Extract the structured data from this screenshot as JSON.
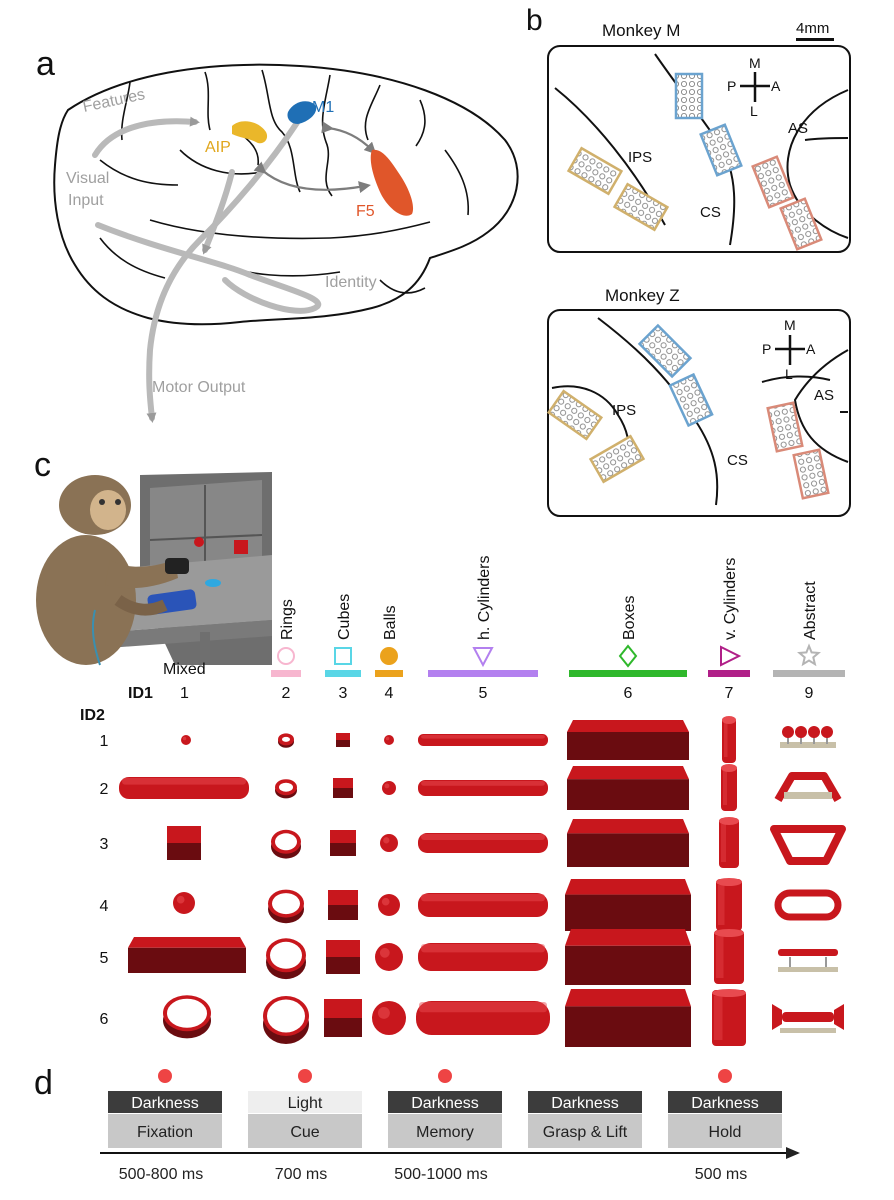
{
  "panels": {
    "a": "a",
    "b": "b",
    "c": "c",
    "d": "d"
  },
  "brain": {
    "features": "Features",
    "visual_input": [
      "Visual",
      "Input"
    ],
    "aip": "AIP",
    "m1": "M1",
    "f5": "F5",
    "identity": "Identity",
    "motor_output": "Motor Output"
  },
  "arrays": {
    "scale": "4mm",
    "compass": {
      "m": "M",
      "p": "P",
      "a": "A",
      "l": "L"
    },
    "monkey_m": {
      "title": "Monkey M",
      "ips": "IPS",
      "cs": "CS",
      "as": "AS"
    },
    "monkey_z": {
      "title": "Monkey Z",
      "ips": "IPS",
      "cs": "CS",
      "as": "AS"
    }
  },
  "objects": {
    "id1_label": "ID1",
    "id2_label": "ID2",
    "mixed_label": "Mixed",
    "groups": [
      {
        "name": "Rings",
        "id": "2",
        "color": "#f7b6cf",
        "symbol": "circle"
      },
      {
        "name": "Cubes",
        "id": "3",
        "color": "#59d6e6",
        "symbol": "square"
      },
      {
        "name": "Balls",
        "id": "4",
        "color": "#eba21c",
        "symbol": "filled-circle"
      },
      {
        "name": "h. Cylinders",
        "id": "5",
        "color": "#b380ef",
        "symbol": "triangle-down"
      },
      {
        "name": "Boxes",
        "id": "6",
        "color": "#2fb82c",
        "symbol": "diamond"
      },
      {
        "name": "v. Cylinders",
        "id": "7",
        "color": "#b01f88",
        "symbol": "triangle-right"
      },
      {
        "name": "Abstract",
        "id": "9",
        "color": "#b4b4b4",
        "symbol": "star"
      }
    ],
    "mixed_id": "1",
    "rows": [
      "1",
      "2",
      "3",
      "4",
      "5",
      "6"
    ],
    "object_color": "#c8171d"
  },
  "task": {
    "epochs": [
      {
        "light": "Darkness",
        "phase": "Fixation",
        "duration": "500-800 ms",
        "dot": true
      },
      {
        "light": "Light",
        "phase": "Cue",
        "duration": "700 ms",
        "dot": true
      },
      {
        "light": "Darkness",
        "phase": "Memory",
        "duration": "500-1000 ms",
        "dot": true
      },
      {
        "light": "Darkness",
        "phase": "Grasp & Lift",
        "duration": "",
        "dot": false
      },
      {
        "light": "Darkness",
        "phase": "Hold",
        "duration": "500 ms",
        "dot": true
      }
    ],
    "dot_color": "#ee4444"
  }
}
